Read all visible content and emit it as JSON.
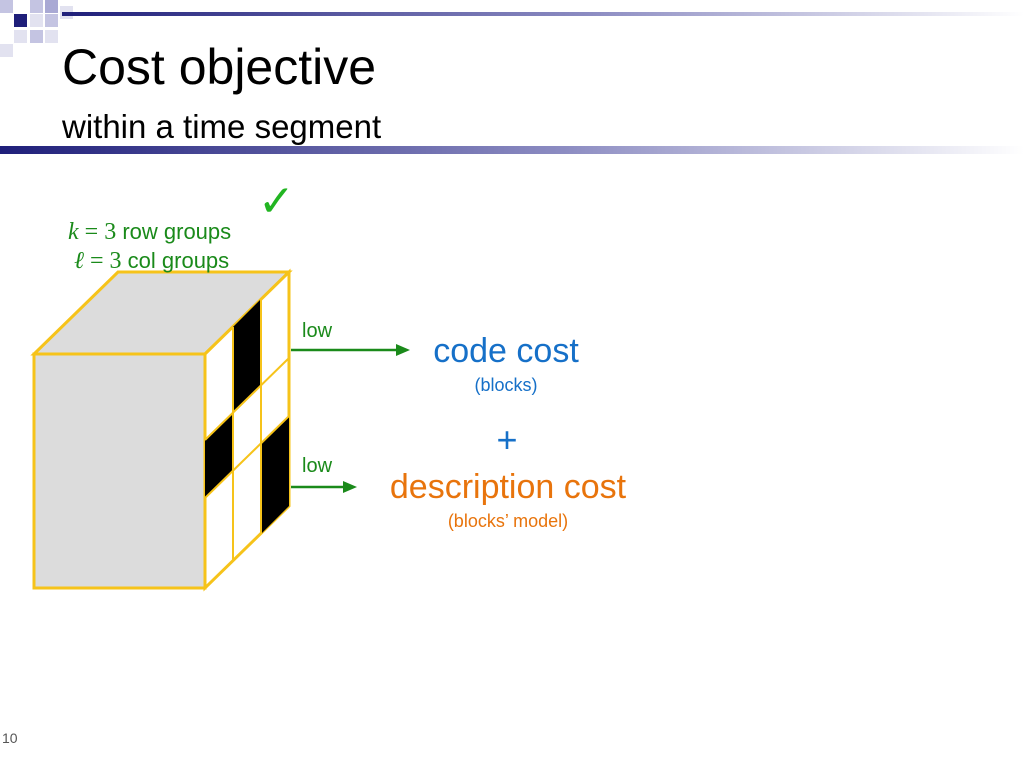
{
  "slide": {
    "title": "Cost objective",
    "subtitle": "within a time segment",
    "number": "10"
  },
  "groups": {
    "row": {
      "var": "k",
      "eq": " = 3",
      "label": " row groups"
    },
    "col": {
      "var": "ℓ",
      "eq": " = 3",
      "label": " col groups"
    }
  },
  "check_glyph": "✓",
  "arrows": {
    "top_label": "low",
    "bottom_label": "low"
  },
  "costs": {
    "code_cost": "code cost",
    "code_cost_sub": "(blocks)",
    "plus": "+",
    "description_cost": "description cost",
    "description_cost_sub": "(blocks’ model)"
  },
  "colors": {
    "navy": "#1f1f7a",
    "gold": "#f6c31a",
    "green": "#1a8a1a",
    "blue": "#1670c8",
    "orange": "#e8740c",
    "cube_gray": "#dcdcdc"
  }
}
